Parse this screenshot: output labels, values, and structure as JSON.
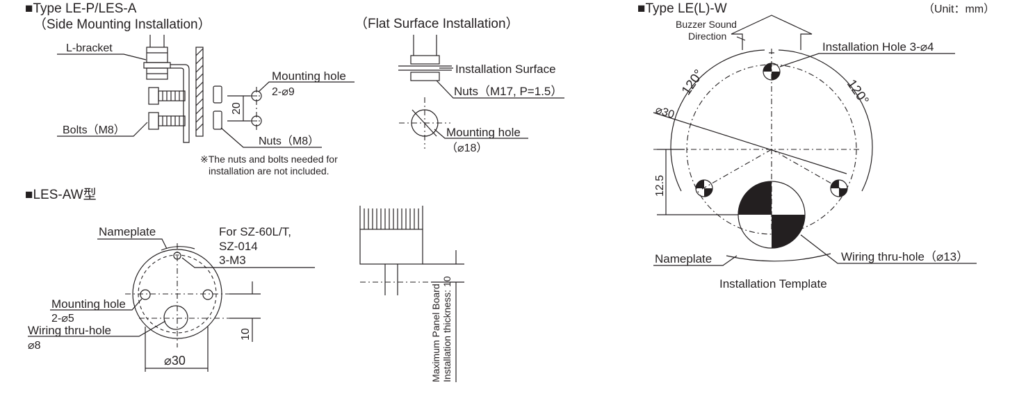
{
  "left_section": {
    "title_line1": "■Type LE-P/LES-A",
    "title_line2": "（Side Mounting Installation）",
    "flat_title": "（Flat Surface Installation）",
    "l_bracket": "L-bracket",
    "mounting_hole": "Mounting hole",
    "mounting_hole_spec": "2-⌀9",
    "dim_20": "20",
    "bolts": "Bolts（M8）",
    "nuts": "Nuts（M8）",
    "note_line1": "※The nuts and bolts needed for",
    "note_line2": "installation are not included.",
    "installation_surface": "Installation Surface",
    "nuts_m17": "Nuts（M17, P=1.5）",
    "flat_mounting_hole": "Mounting hole",
    "flat_mounting_hole_spec": "（⌀18）"
  },
  "aw_section": {
    "title": "■LES-AW型",
    "nameplate": "Nameplate",
    "for_line1": "For SZ-60L/T,",
    "for_line2": "SZ-014",
    "for_line3": "3-M3",
    "mounting_hole": "Mounting hole",
    "mounting_hole_spec": "2-⌀5",
    "wiring_hole": "Wiring thru-hole",
    "wiring_hole_spec": "⌀8",
    "dim_10": "10",
    "dim_30": "⌀30",
    "panel_line1": "Maximum Panel Board",
    "panel_line2": "Installation thickness: 10"
  },
  "right_section": {
    "title": "■Type LE(L)-W",
    "unit": "（Unit：mm）",
    "buzzer_line1": "Buzzer Sound",
    "buzzer_line2": "Direction",
    "install_hole": "Installation Hole 3-⌀4",
    "angle_left": "120°",
    "angle_right": "120°",
    "dia_30": "⌀30",
    "dim_12_5": "12.5",
    "nameplate": "Nameplate",
    "wiring_hole": "Wiring thru-hole（⌀13）",
    "template_caption": "Installation Template"
  }
}
